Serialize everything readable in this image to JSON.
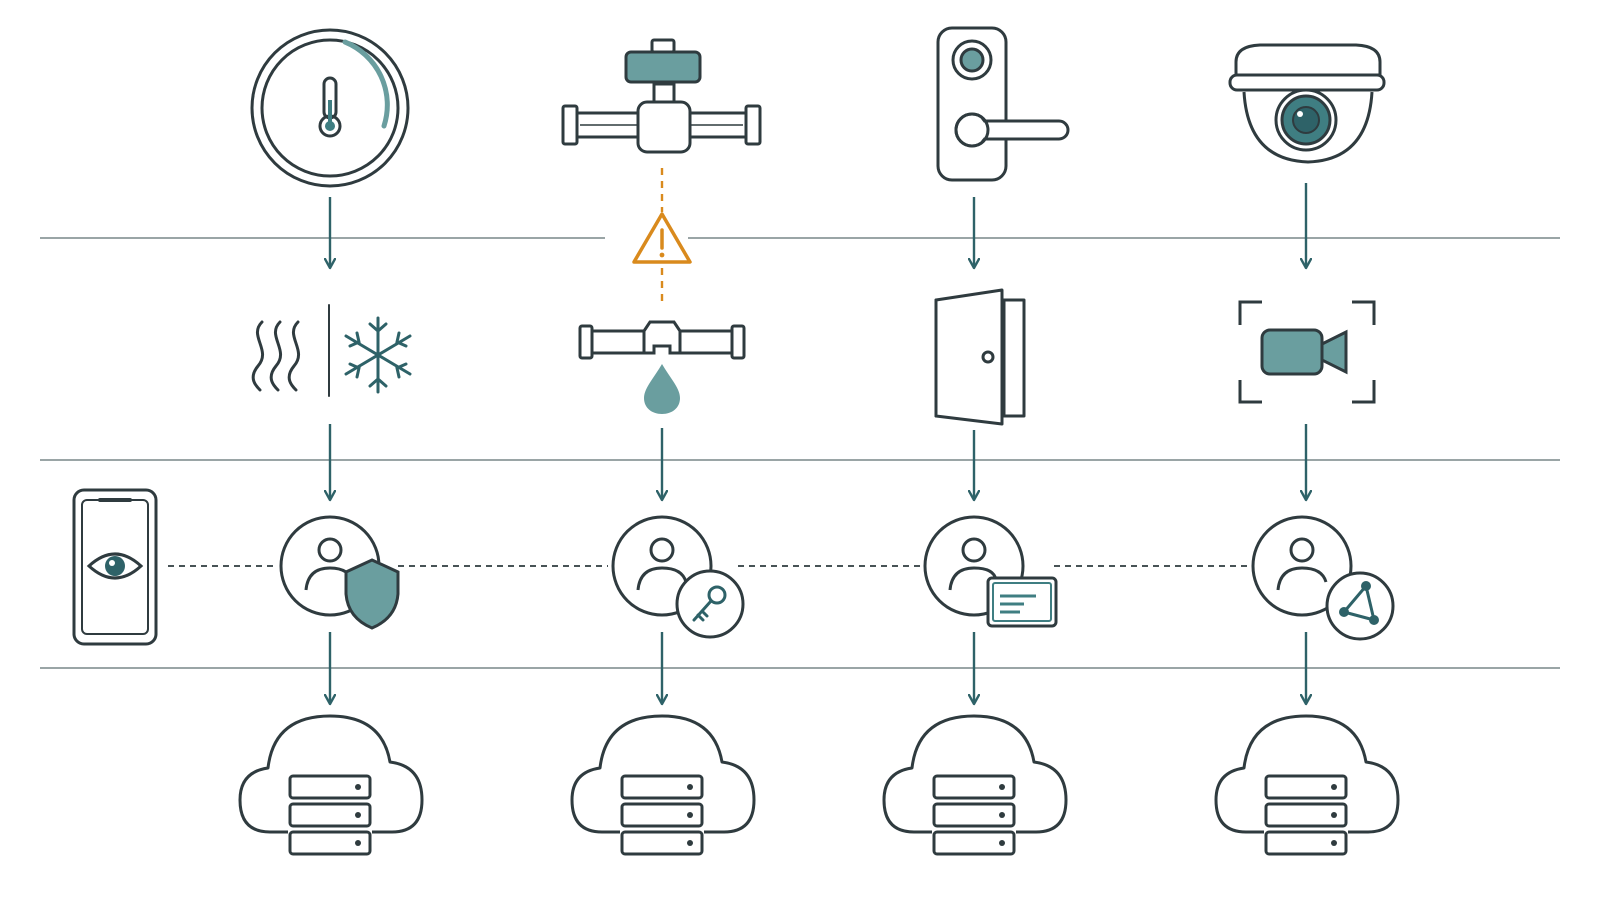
{
  "colors": {
    "stroke": "#2f3b3f",
    "teal": "#3f7e82",
    "teal_fill": "#6a9e9f",
    "teal_dark": "#2e6268",
    "alert": "#d98a1d",
    "rule": "#9aa5a6",
    "background": "#ffffff"
  },
  "columns": [
    {
      "id": "thermostat",
      "device_icon": "thermostat-icon",
      "action_icon": "heat-cool-icon",
      "identity_icon": "user-shield-icon",
      "cloud_icon": "cloud-server-icon"
    },
    {
      "id": "water-valve",
      "device_icon": "water-valve-icon",
      "action_icon": "leak-pipe-icon",
      "identity_icon": "user-key-icon",
      "cloud_icon": "cloud-server-icon",
      "alert_icon": "warning-icon"
    },
    {
      "id": "smart-lock",
      "device_icon": "smart-lock-icon",
      "action_icon": "open-door-icon",
      "identity_icon": "user-id-card-icon",
      "cloud_icon": "cloud-server-icon"
    },
    {
      "id": "security-camera",
      "device_icon": "dome-camera-icon",
      "action_icon": "video-capture-icon",
      "identity_icon": "user-network-icon",
      "cloud_icon": "cloud-server-icon"
    }
  ],
  "monitor": {
    "icon": "phone-eye-icon"
  }
}
